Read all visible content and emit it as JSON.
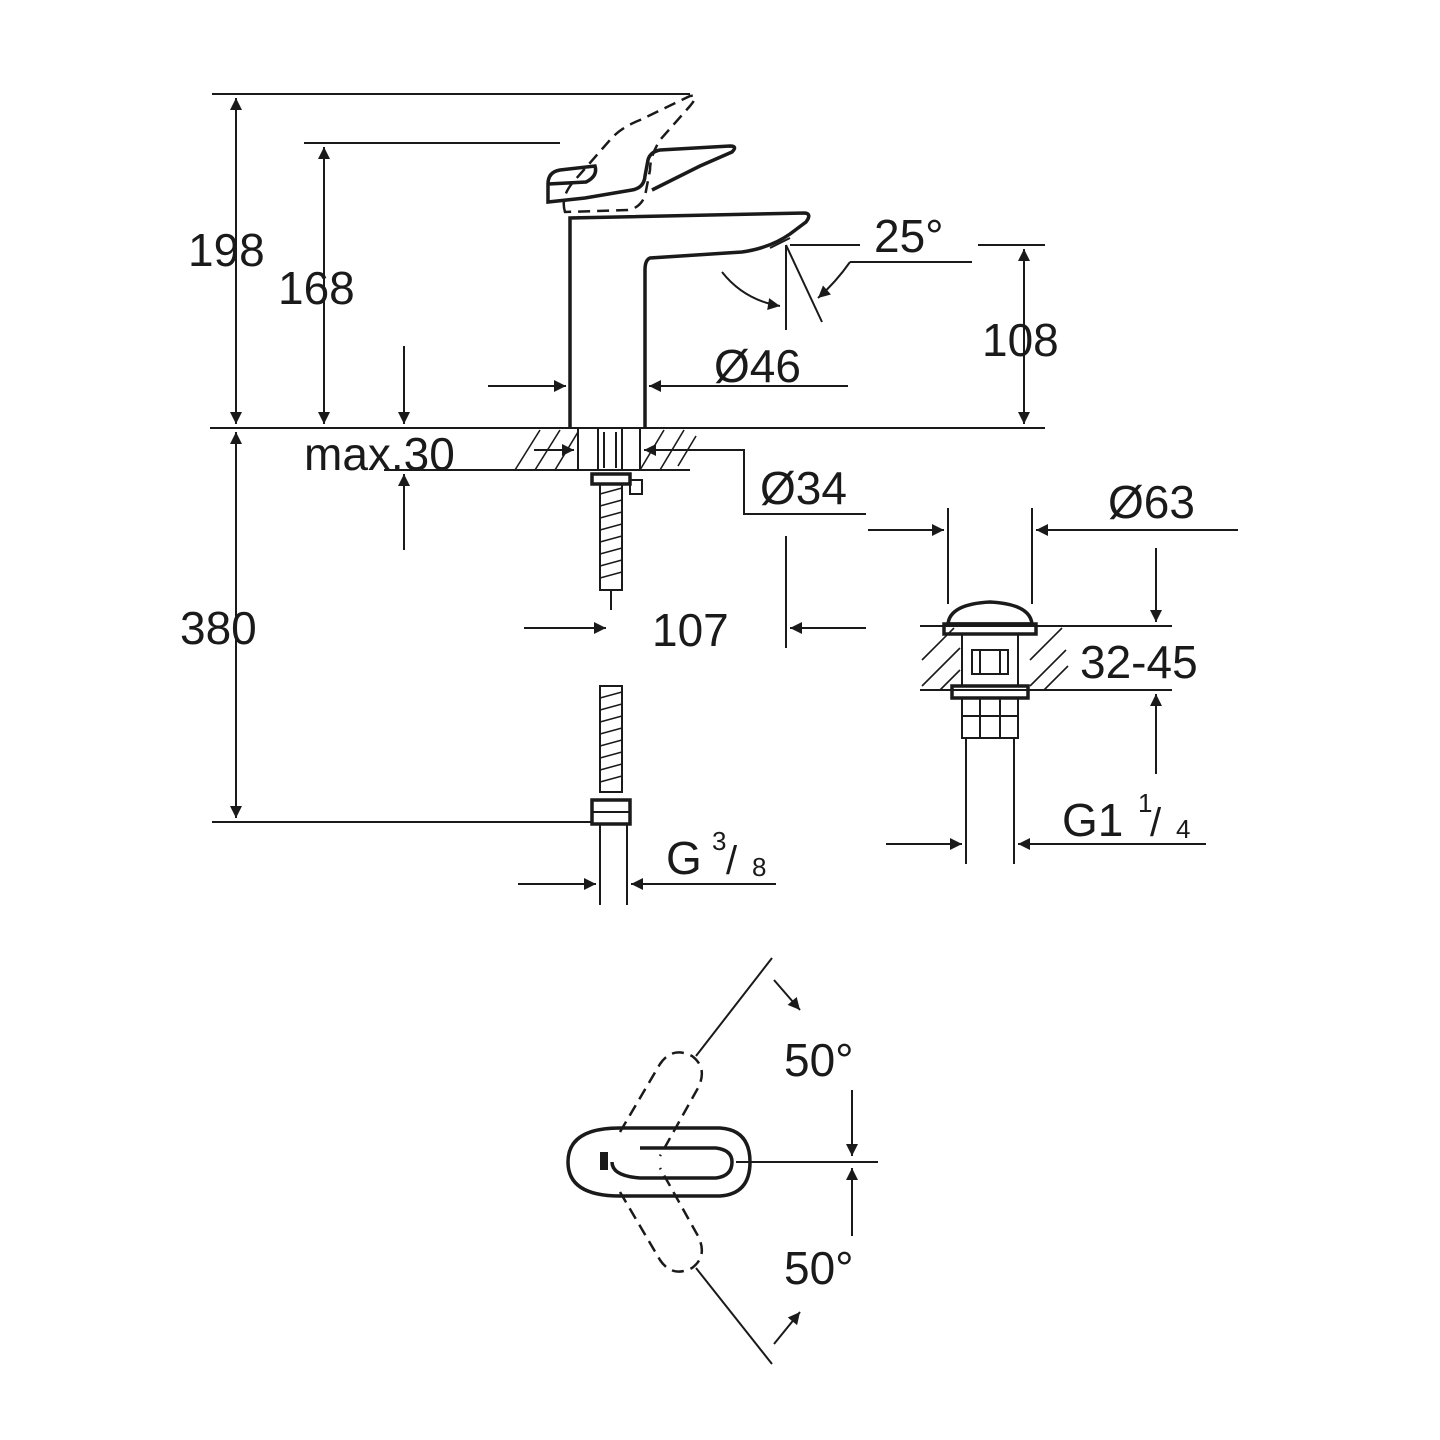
{
  "dimensions": {
    "total_height": "198",
    "spout_top_height": "168",
    "spout_outlet_height": "108",
    "spout_angle": "25°",
    "body_diameter": "Ø46",
    "base_diameter": "Ø34",
    "deck_thickness": "max.30",
    "hose_length": "380",
    "projection": "107",
    "waste_diameter": "Ø63",
    "waste_range": "32-45",
    "waste_thread_main": "G1",
    "waste_thread_num": "1",
    "waste_thread_den": "4",
    "hose_thread_main": "G",
    "hose_thread_num": "3",
    "hose_thread_den": "8",
    "lever_angle_up": "50°",
    "lever_angle_down": "50°"
  },
  "icons": {
    "arrowhead": "arrowhead-icon"
  }
}
